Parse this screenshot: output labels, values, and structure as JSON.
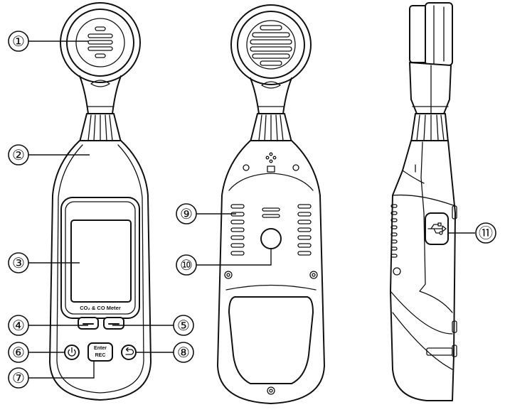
{
  "device": {
    "meter_label": "CO₂ & CO Meter",
    "enter_label": "Enter",
    "rec_label": "REC"
  },
  "callouts": [
    "①",
    "②",
    "③",
    "④",
    "⑤",
    "⑥",
    "⑦",
    "⑧",
    "⑨",
    "⑩",
    "⑪"
  ],
  "icons": {
    "power": "power-icon",
    "back": "back-icon",
    "usb": "usb-icon"
  }
}
